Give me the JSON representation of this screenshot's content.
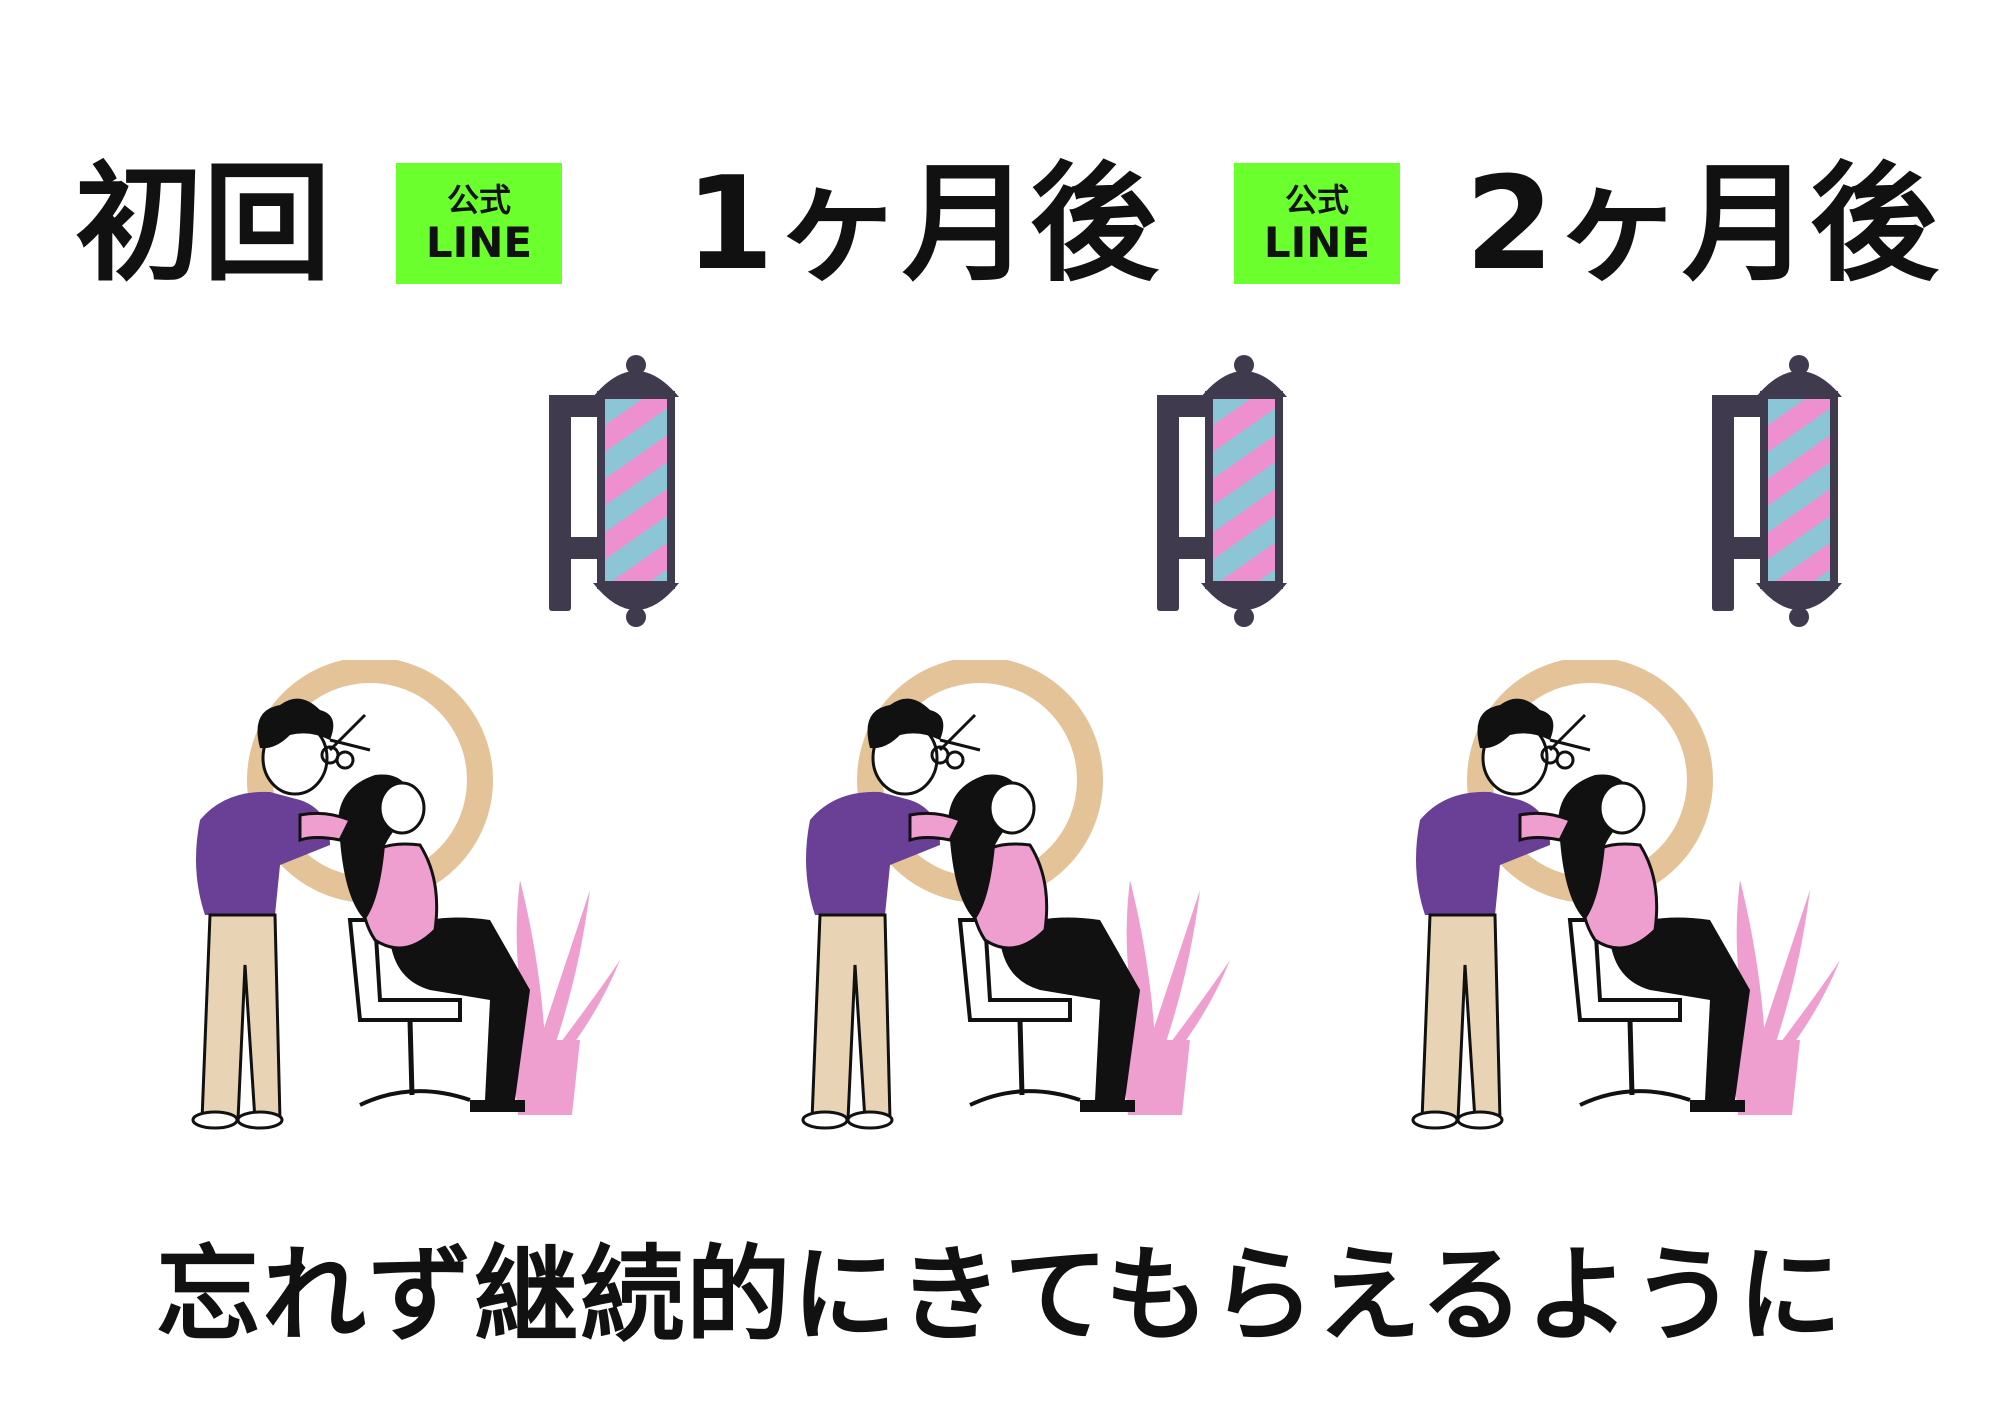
{
  "steps": [
    {
      "label": "初回"
    },
    {
      "label": "1ヶ月後"
    },
    {
      "label": "2ヶ月後"
    }
  ],
  "badges": [
    {
      "line1": "公式",
      "line2": "LINE"
    },
    {
      "line1": "公式",
      "line2": "LINE"
    }
  ],
  "footer_text": "忘れず継続的にきてもらえるように",
  "icons": [
    "barber-pole-icon",
    "hair-salon-illustration"
  ],
  "colors": {
    "badge": "#6cff2e",
    "pole_frame": "#3f3a4e",
    "stripe_pink": "#ee8fcf",
    "stripe_blue": "#8cc6d6",
    "mirror": "#e0bc8c",
    "shirt": "#6a3f96",
    "pink": "#ee9fd0"
  }
}
